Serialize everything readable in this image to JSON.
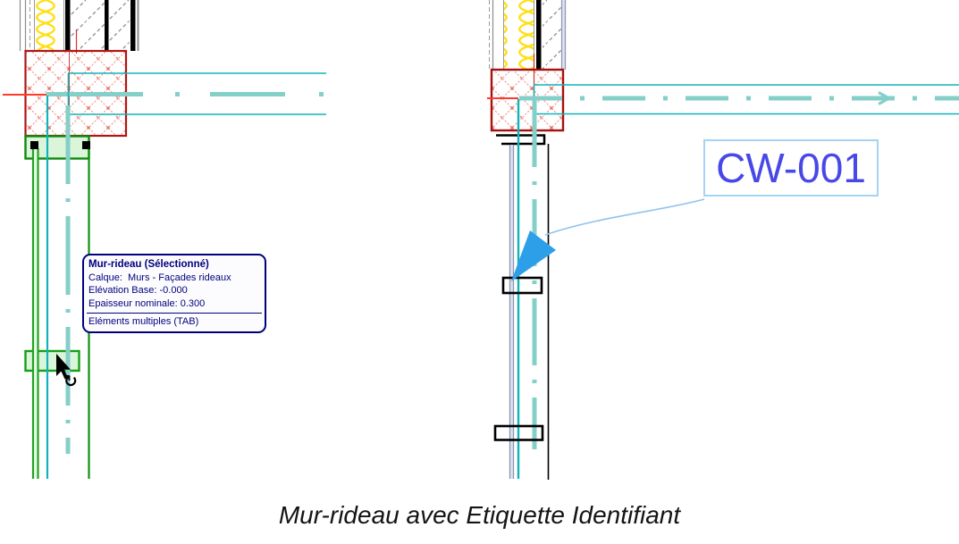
{
  "figure": {
    "caption": "Mur-rideau avec Etiquette Identifiant"
  },
  "tooltip": {
    "title": "Mur-rideau (Sélectionné)",
    "lines": [
      "Calque:  Murs - Façades rideaux",
      "Elévation Base: -0.000",
      "Epaisseur nominale: 0.300"
    ],
    "footer": "Eléments multiples (TAB)"
  },
  "tag": {
    "label": "CW-001"
  },
  "icons": {
    "cursor_cycle_glyph": "↻"
  },
  "colors": {
    "selection_green": "#15a015",
    "selection_green_fill": "#dbf5db",
    "teal_line": "#12b3b8",
    "centerline_teal": "#85cfc9",
    "grid_red": "#ff3a2c",
    "hatch_red": "#f0958d",
    "block_border_red": "#b01414",
    "insulation_yellow": "#ffdf10",
    "tag_text_blue": "#4848e8",
    "tag_border_blue": "#a5d3f3",
    "leader_blue": "#8fc3ef",
    "arrowhead_blue": "#2d9fe8",
    "tooltip_navy": "#00007c",
    "panel_edge_gray": "#8e96ad"
  }
}
